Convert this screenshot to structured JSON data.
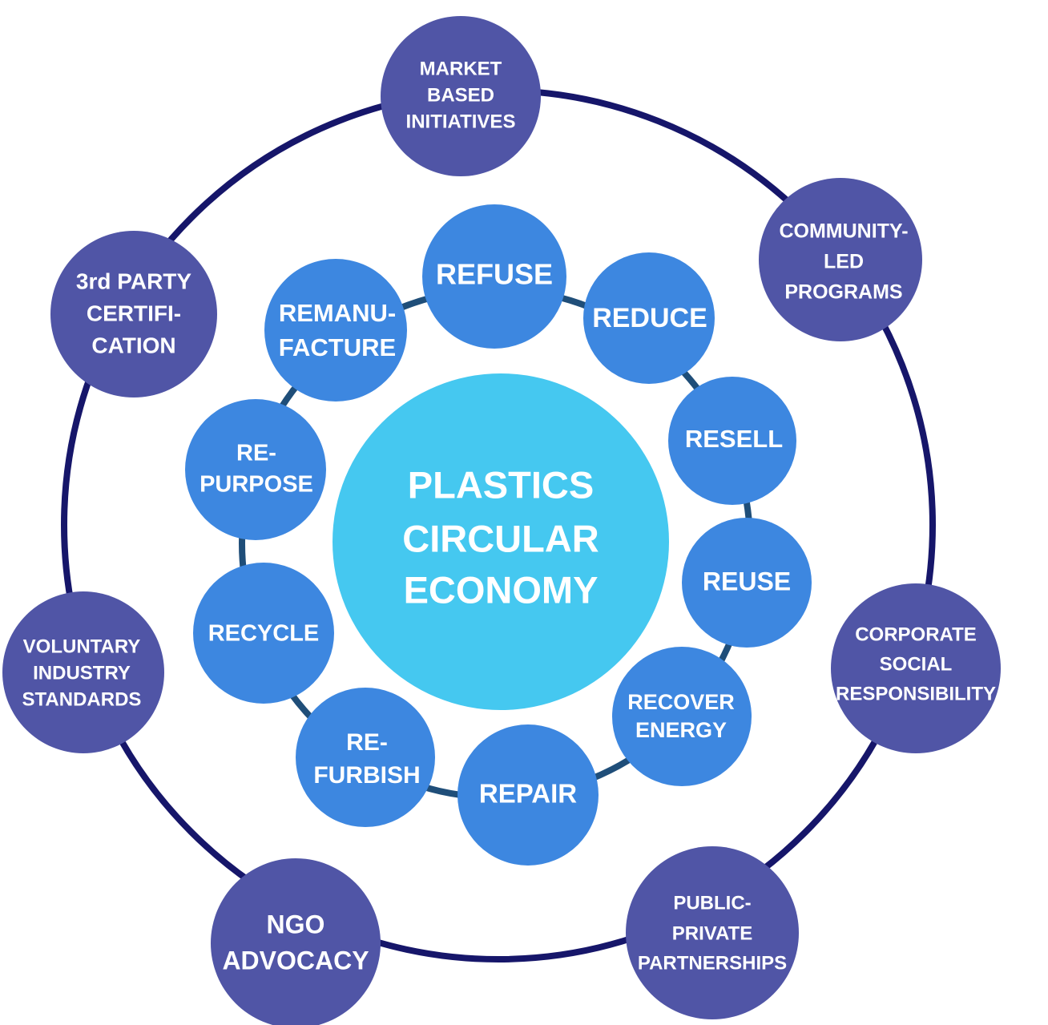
{
  "center": {
    "lines": [
      "PLASTICS",
      "CIRCULAR",
      "ECONOMY"
    ]
  },
  "inner_nodes": [
    {
      "key": "refuse",
      "lines": [
        "REFUSE"
      ]
    },
    {
      "key": "reduce",
      "lines": [
        "REDUCE"
      ]
    },
    {
      "key": "resell",
      "lines": [
        "RESELL"
      ]
    },
    {
      "key": "reuse",
      "lines": [
        "REUSE"
      ]
    },
    {
      "key": "recover-energy",
      "lines": [
        "RECOVER",
        "ENERGY"
      ]
    },
    {
      "key": "repair",
      "lines": [
        "REPAIR"
      ]
    },
    {
      "key": "refurbish",
      "lines": [
        "RE-",
        "FURBISH"
      ]
    },
    {
      "key": "recycle",
      "lines": [
        "RECYCLE"
      ]
    },
    {
      "key": "repurpose",
      "lines": [
        "RE-",
        "PURPOSE"
      ]
    },
    {
      "key": "remanufacture",
      "lines": [
        "REMANU-",
        "FACTURE"
      ]
    }
  ],
  "outer_nodes": [
    {
      "key": "market-based-initiatives",
      "lines": [
        "MARKET",
        "BASED",
        "INITIATIVES"
      ]
    },
    {
      "key": "community-led-programs",
      "lines": [
        "COMMUNITY-",
        "LED",
        "PROGRAMS"
      ]
    },
    {
      "key": "corporate-social-responsibility",
      "lines": [
        "CORPORATE",
        "SOCIAL",
        "RESPONSIBILITY"
      ]
    },
    {
      "key": "public-private-partnerships",
      "lines": [
        "PUBLIC-",
        "PRIVATE",
        "PARTNERSHIPS"
      ]
    },
    {
      "key": "ngo-advocacy",
      "lines": [
        "NGO",
        "ADVOCACY"
      ]
    },
    {
      "key": "voluntary-industry-standards",
      "lines": [
        "VOLUNTARY",
        "INDUSTRY",
        "STANDARDS"
      ]
    },
    {
      "key": "third-party-certification",
      "lines": [
        "3rd PARTY",
        "CERTIFI-",
        "CATION"
      ]
    }
  ],
  "colors": {
    "center_fill": "#45C8F0",
    "inner_fill": "#3D87E0",
    "inner_ring": "#1F4E79",
    "outer_fill": "#5055A6",
    "outer_ring": "#16166A",
    "text": "#FFFFFF"
  }
}
